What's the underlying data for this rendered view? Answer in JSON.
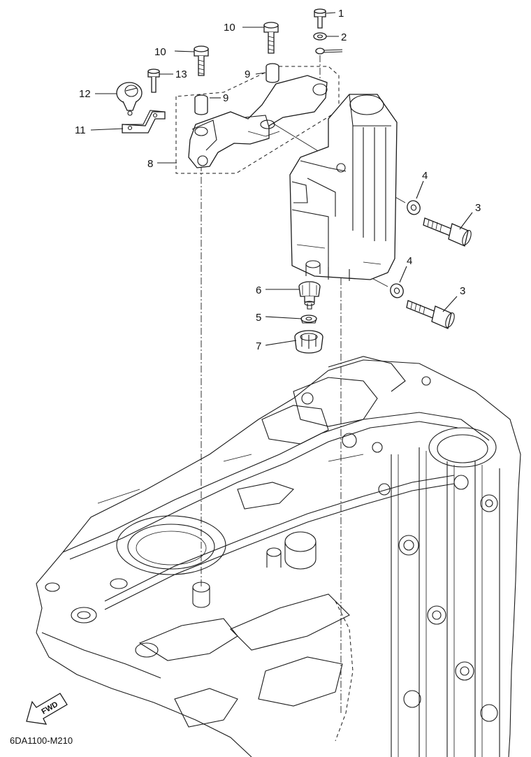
{
  "callouts": [
    {
      "id": "c1",
      "label": "1"
    },
    {
      "id": "c2",
      "label": "2"
    },
    {
      "id": "c3a",
      "label": "3"
    },
    {
      "id": "c3b",
      "label": "3"
    },
    {
      "id": "c4a",
      "label": "4"
    },
    {
      "id": "c4b",
      "label": "4"
    },
    {
      "id": "c5",
      "label": "5"
    },
    {
      "id": "c6",
      "label": "6"
    },
    {
      "id": "c7",
      "label": "7"
    },
    {
      "id": "c8",
      "label": "8"
    },
    {
      "id": "c9a",
      "label": "9"
    },
    {
      "id": "c9b",
      "label": "9"
    },
    {
      "id": "c10a",
      "label": "10"
    },
    {
      "id": "c10b",
      "label": "10"
    },
    {
      "id": "c11",
      "label": "11"
    },
    {
      "id": "c12",
      "label": "12"
    },
    {
      "id": "c13",
      "label": "13"
    }
  ],
  "fwd_label": "FWD",
  "diagram_code": "6DA1100-M210"
}
